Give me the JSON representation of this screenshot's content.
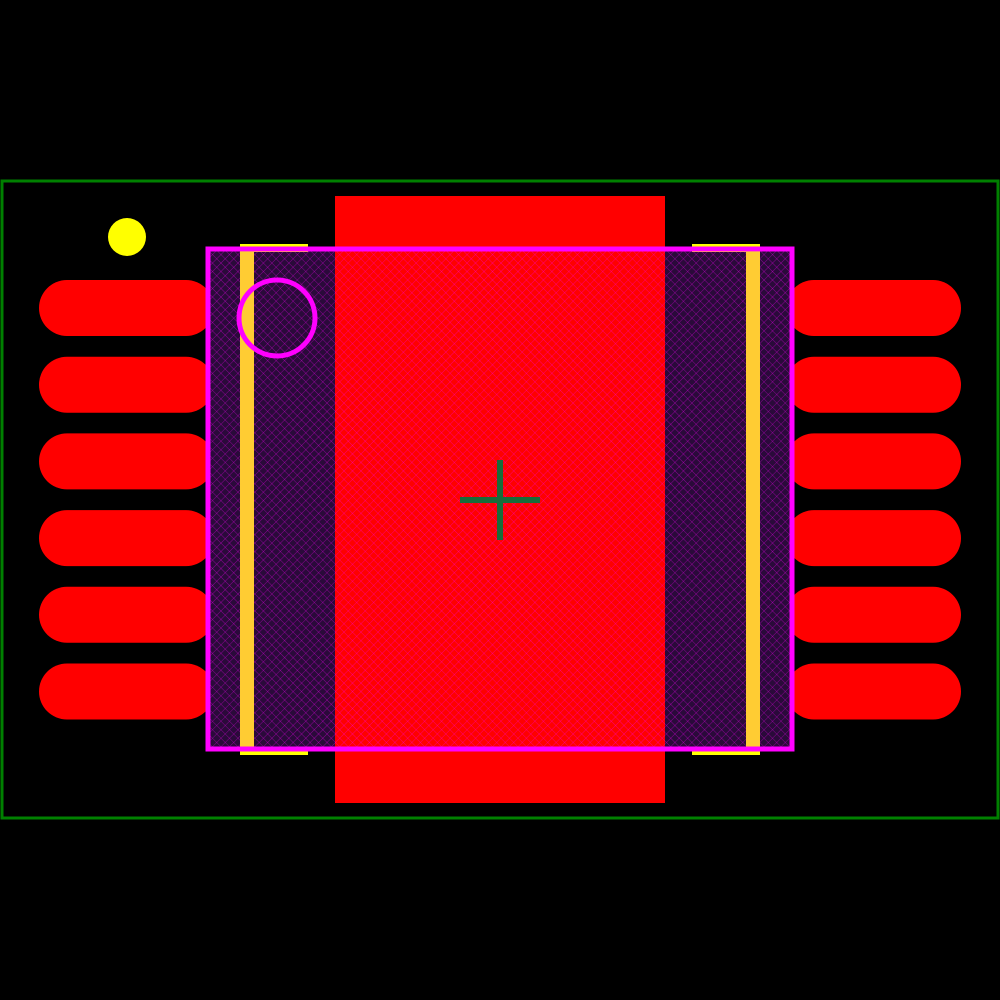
{
  "footprint": {
    "pins_per_side": 6,
    "sides": [
      "left",
      "right"
    ],
    "has_exposed_pad": true,
    "has_pin1_dot": true,
    "has_pin1_circle": true,
    "has_center_crosshair": true
  },
  "colors": {
    "background": "#000000",
    "courtyard": "#008000",
    "pad": "#ff0000",
    "silkscreen": "#ffff00",
    "fabrication": "#ff00ff",
    "crosshair": "#1a6b3a",
    "hatch_dark": "#2a0a3a"
  }
}
